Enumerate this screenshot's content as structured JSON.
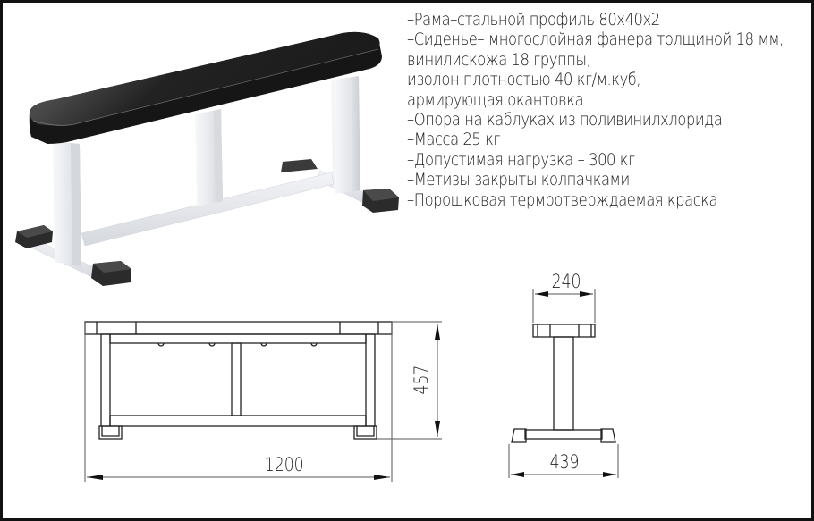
{
  "specs": [
    "–Рама–стальной профиль 80х40х2",
    "–Сиденье– многослойная фанера толщиной 18 мм,",
    "винилискожа 18 группы,",
    "изолон плотностью 40 кг/м.куб,",
    "армирующая окантовка",
    "–Опора на каблуках из поливинилхлорида",
    "–Масса 25 кг",
    "–Допустимая нагрузка – 300 кг",
    "–Метизы закрыты колпачками",
    "–Порошковая термоотверждаемая краска"
  ],
  "dimensions": {
    "length": "1200",
    "height": "457",
    "seat_width": "240",
    "base_width": "439"
  },
  "colors": {
    "seat": "#1c1c1c",
    "frame": "#eceef2",
    "feet": "#2a2a2a",
    "line": "#222222",
    "border": "#111111"
  }
}
